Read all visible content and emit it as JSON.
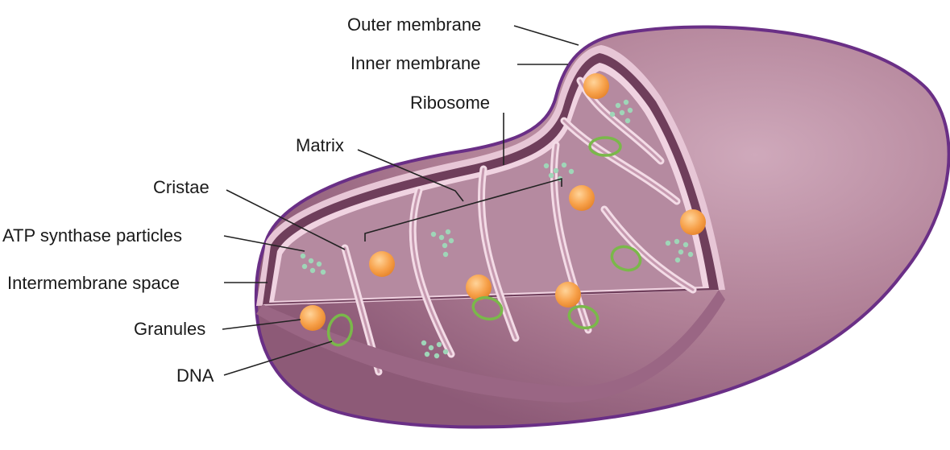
{
  "labels": {
    "outer_membrane": "Outer membrane",
    "inner_membrane": "Inner membrane",
    "ribosome": "Ribosome",
    "matrix": "Matrix",
    "cristae": "Cristae",
    "atp_synthase": "ATP synthase particles",
    "intermembrane_space": "Intermembrane space",
    "granules": "Granules",
    "dna": "DNA"
  },
  "colors": {
    "body": "#a67690",
    "body_highlight": "#c9a2b4",
    "outline": "#6a2f86",
    "inner_membrane": "#f3dbe6",
    "matrix": "#b58aa0",
    "cavity_dark": "#6f3e5b",
    "granule": "#f7a14a",
    "dna": "#7ab84a",
    "ribosome": "#9fd6b8"
  }
}
